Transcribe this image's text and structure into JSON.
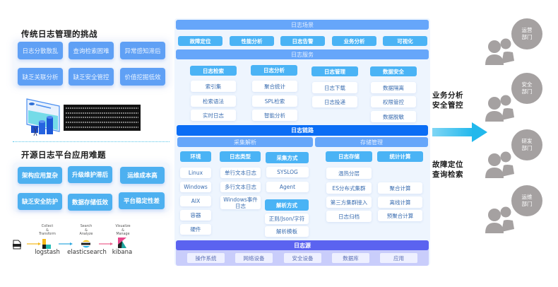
{
  "left": {
    "traditional": {
      "title": "传统日志管理的挑战",
      "items": [
        "日志分散散乱",
        "查询检索困难",
        "异常感知滞后",
        "缺乏关联分析",
        "缺乏安全管控",
        "价值挖掘低效"
      ]
    },
    "open_source": {
      "title": "开源日志平台应用难题",
      "items": [
        "架构应用复杂",
        "升级维护滞后",
        "运维成本高",
        "缺乏安全防护",
        "数据存储低效",
        "平台稳定性差"
      ]
    },
    "elk": {
      "steps": [
        {
          "label": "Collect\n&\nTransform",
          "name": "logstash"
        },
        {
          "label": "Search\n&\nAnalyze",
          "name": "elasticsearch"
        },
        {
          "label": "Visualize\n&\nManage",
          "name": "kibana"
        }
      ],
      "log_icon_text": "LOG"
    }
  },
  "center": {
    "scenes_title": "日志场景",
    "scenes": [
      "故障定位",
      "性能分析",
      "日志告警",
      "业务分析",
      "可视化"
    ],
    "services_title": "日志服务",
    "services": [
      {
        "title": "日志检索",
        "items": [
          "索引集",
          "检索语法",
          "实时日志"
        ]
      },
      {
        "title": "日志分析",
        "items": [
          "聚合统计",
          "SPL检索",
          "智能分析"
        ]
      },
      {
        "title": "日志管理",
        "items": [
          "日志下载",
          "日志投递"
        ]
      },
      {
        "title": "数据安全",
        "items": [
          "数据隔离",
          "权限管控",
          "数据脱敏"
        ]
      }
    ],
    "link_title": "日志链路",
    "collect": {
      "title": "采集解析",
      "env": {
        "title": "环境",
        "items": [
          "Linux",
          "Windows",
          "AIX",
          "容器",
          "硬件"
        ]
      },
      "types": {
        "title": "日志类型",
        "items": [
          "单行文本日志",
          "多行文本日志",
          "Windows事件日志"
        ]
      },
      "method": {
        "title": "采集方式",
        "items": [
          "SYSLOG",
          "Agent"
        ]
      },
      "parse": {
        "title": "解析方式",
        "items": [
          "正则/Json/字符",
          "解析模板"
        ]
      }
    },
    "storage": {
      "title": "存储管理",
      "store": {
        "title": "日志存储",
        "items": [
          "温热分层",
          "ES分布式集群",
          "第三方集群接入",
          "日志归档"
        ]
      },
      "compute": {
        "title": "统计计算",
        "items": [
          "聚合计算",
          "离线计算",
          "预聚合计算"
        ]
      }
    },
    "source_title": "日志源",
    "sources": [
      "操作系统",
      "网络设备",
      "安全设备",
      "数据库",
      "应用"
    ]
  },
  "right": {
    "top_text": [
      "业务分析",
      "安全管控"
    ],
    "bottom_text": [
      "故障定位",
      "查询检索"
    ],
    "departments": [
      [
        "运营",
        "部门"
      ],
      [
        "安全",
        "部门"
      ],
      [
        "研发",
        "部门"
      ],
      [
        "运维",
        "部门"
      ]
    ]
  },
  "colors": {
    "light_blue_bar": "#66a6fa",
    "dark_blue_bar": "#0a6df5",
    "tag_blue": "#4ab3f5",
    "source_purple": "#5b63f0",
    "dept_gray": "#a5a1a1",
    "arrow_cyan": "#3ac4ee"
  }
}
